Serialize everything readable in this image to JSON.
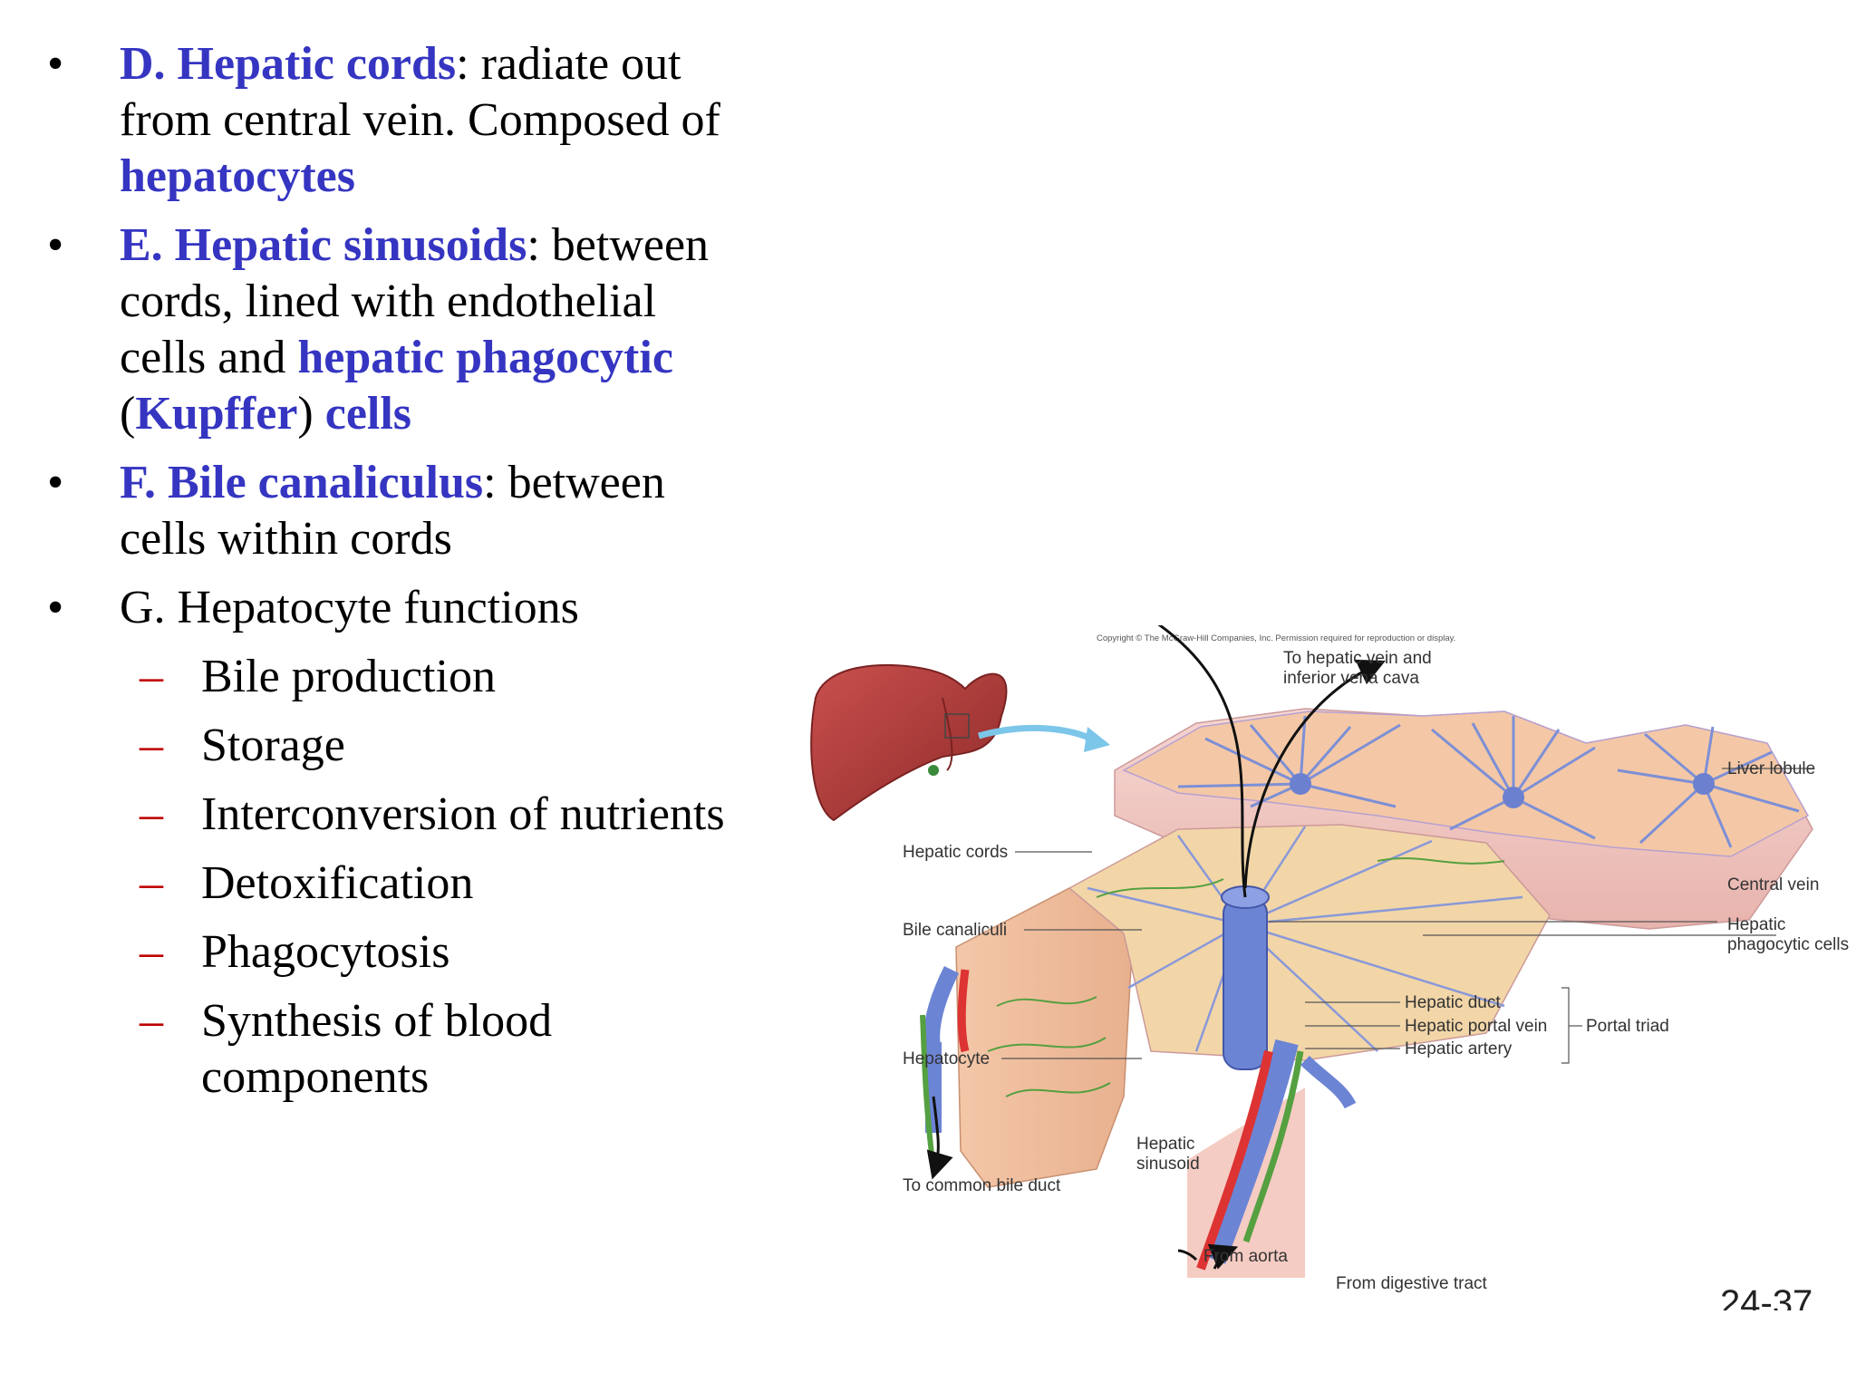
{
  "bullets": [
    {
      "prefix": "D.  Hepatic cords",
      "text1": ": radiate out from central vein. Composed of ",
      "hl2": "hepatocytes"
    },
    {
      "prefix": "E.  Hepatic sinusoids",
      "text1": ": between cords, lined with endothelial cells and ",
      "hl2": "hepatic phagocytic",
      "text2": " (",
      "hl3": "Kupffer",
      "text3": ") ",
      "hl4": "cells"
    },
    {
      "prefix": "F.  Bile canaliculus",
      "text1": ": between cells within cords"
    },
    {
      "text": "G.  Hepatocyte functions"
    }
  ],
  "functions": [
    "Bile  production",
    "Storage",
    "Interconversion of nutrients",
    "Detoxification",
    "Phagocytosis",
    "Synthesis of blood components"
  ],
  "figure": {
    "copyright": "Copyright © The McGraw-Hill Companies, Inc. Permission required for reproduction or display.",
    "labels": {
      "to_hepatic_vein_1": "To hepatic vein and",
      "to_hepatic_vein_2": "inferior vena cava",
      "liver_lobule": "Liver lobule",
      "hepatic_cords": "Hepatic cords",
      "central_vein": "Central vein",
      "bile_canaliculi": "Bile canaliculi",
      "hepatic_phagocytic_1": "Hepatic",
      "hepatic_phagocytic_2": "phagocytic cells",
      "hepatic_duct": "Hepatic duct",
      "hepatic_portal_vein": "Hepatic portal vein",
      "hepatic_artery": "Hepatic artery",
      "portal_triad": "Portal triad",
      "hepatocyte": "Hepatocyte",
      "hepatic_sinusoid_1": "Hepatic",
      "hepatic_sinusoid_2": "sinusoid",
      "to_common_bile_duct": "To common bile duct",
      "from_aorta": "From aorta",
      "from_digestive_tract": "From digestive tract"
    }
  },
  "slide_number": "24-37"
}
